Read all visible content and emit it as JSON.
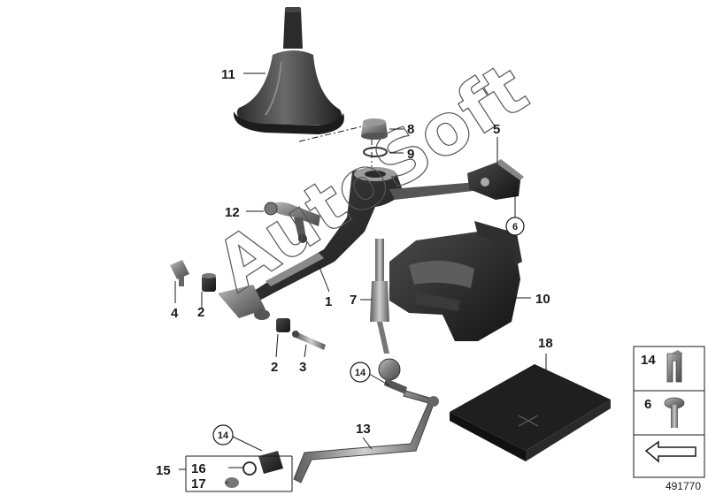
{
  "watermark": "AutoSoft",
  "reference_number": "491770",
  "callouts": {
    "c11": "11",
    "c8": "8",
    "c9": "9",
    "c5": "5",
    "c6_circled": "6",
    "c12": "12",
    "c4": "4",
    "c2_left": "2",
    "c1": "1",
    "c7": "7",
    "c10": "10",
    "c2_bottom": "2",
    "c3": "3",
    "c14_mid": "14",
    "c18": "18",
    "c13": "13",
    "c14_kit": "14",
    "c15": "15",
    "c16": "16",
    "c17": "17"
  },
  "legend": {
    "item_a": "14",
    "item_b": "6"
  }
}
